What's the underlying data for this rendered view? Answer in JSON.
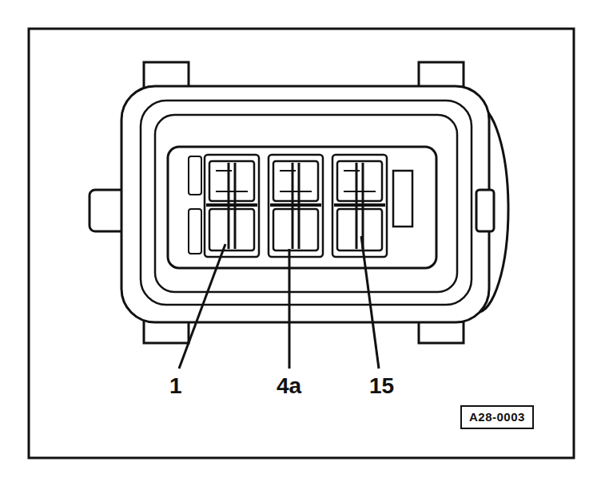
{
  "diagram": {
    "nodes": [
      {
        "text": [
          "A28-0003"
        ]
      }
    ],
    "labels": [
      "1",
      "4a",
      "15"
    ]
  }
}
